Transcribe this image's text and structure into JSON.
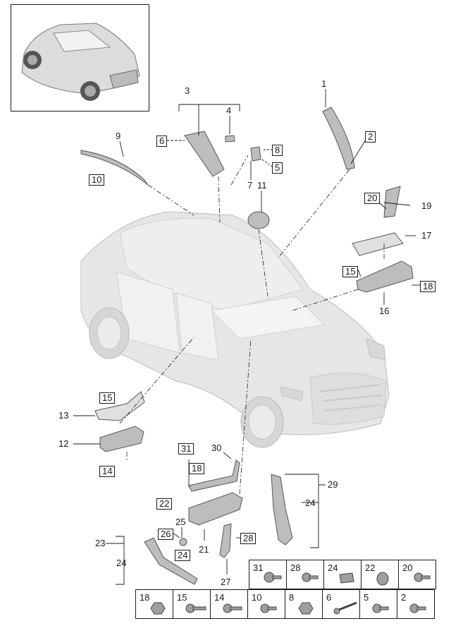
{
  "callouts": {
    "c1": "1",
    "c2": "2",
    "c3": "3",
    "c4": "4",
    "c5": "5",
    "c6": "6",
    "c7": "7",
    "c8": "8",
    "c9": "9",
    "c10": "10",
    "c11": "11",
    "c13": "13",
    "c12": "12",
    "c14": "14",
    "c15a": "15",
    "c15b": "15",
    "c16": "16",
    "c17": "17",
    "c18a": "18",
    "c18b": "18",
    "c19": "19",
    "c20": "20",
    "c21": "21",
    "c22": "22",
    "c23": "23",
    "c24a": "24",
    "c24b": "24",
    "c24c": "24",
    "c25": "25",
    "c26": "26",
    "c27": "27",
    "c28": "28",
    "c29": "29",
    "c30": "30",
    "c31": "31"
  },
  "parts_table": {
    "row1": [
      "31",
      "28",
      "24",
      "22",
      "20"
    ],
    "row2": [
      "18",
      "15",
      "14",
      "10",
      "8",
      "6",
      "5",
      "2"
    ]
  },
  "colors": {
    "line": "#1a1a1a",
    "car_body": "#e6e6e6",
    "part_fill": "#bdbdbd"
  }
}
